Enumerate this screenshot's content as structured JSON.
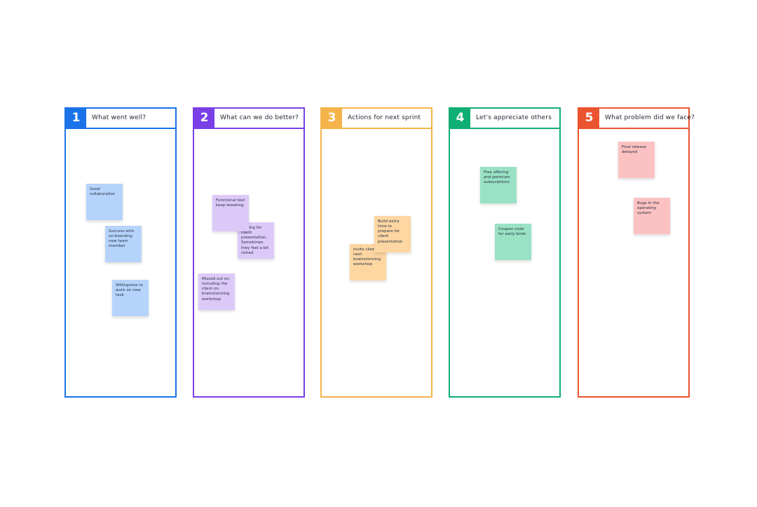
{
  "columns": [
    {
      "number": "1",
      "title": "What went well?",
      "color": "#1a73e8",
      "sticky_color": "#b6d4fb",
      "stickies": [
        {
          "text": "Good collaboration"
        },
        {
          "text": "Success with on-boarding new team member"
        },
        {
          "text": "Willingness to work on new tesk"
        }
      ]
    },
    {
      "number": "2",
      "title": "What can we do better?",
      "color": "#7a3fe6",
      "sticky_color": "#dcc9f8",
      "stickies": [
        {
          "text": "Functional test keep breaking"
        },
        {
          "text": "…aring for client presentation. Sometimes they feel a bit rished"
        },
        {
          "text": "Missed out on including the client on brainstorming workshop"
        }
      ]
    },
    {
      "number": "3",
      "title": "Actions for next sprint",
      "color": "#f4b44b",
      "sticky_color": "#fdd6a2",
      "stickies": [
        {
          "text": "Build extra time to prepare for client presentation"
        },
        {
          "text": "Invite clien the next brainstorming workshop"
        }
      ]
    },
    {
      "number": "4",
      "title": "Let's appreciate others",
      "color": "#0fae74",
      "sticky_color": "#99e2c5",
      "stickies": [
        {
          "text": "Free offering and premium subscriptions"
        },
        {
          "text": "Coupon code for early birds"
        }
      ]
    },
    {
      "number": "5",
      "title": "What problem did we face?",
      "color": "#eb5430",
      "sticky_color": "#fcc2c2",
      "stickies": [
        {
          "text": "Final release delayed"
        },
        {
          "text": "Bugs in the operating system"
        }
      ]
    }
  ]
}
